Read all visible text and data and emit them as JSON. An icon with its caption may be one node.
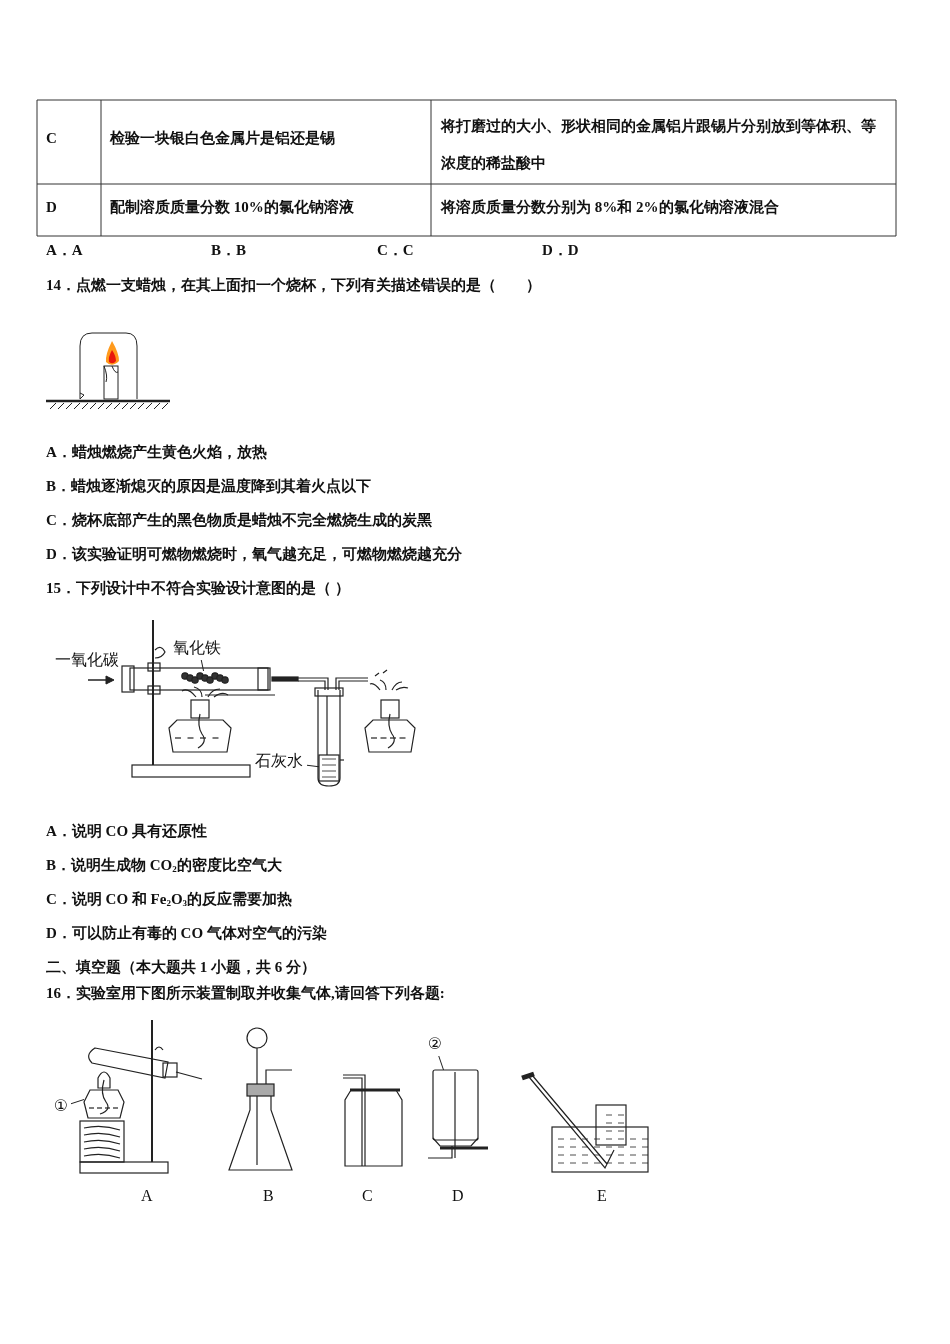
{
  "diagram": {
    "nodes": [
      {
        "text": [
          "氧化铁"
        ]
      },
      {
        "text": [],
        "shape": "picture"
      },
      {
        "text": [
          "石灰水"
        ]
      },
      {
        "text": [],
        "shape": "picture"
      },
      {
        "text": [
          "①"
        ]
      },
      {
        "text": [],
        "shape": "picture"
      },
      {
        "text": [
          "②"
        ]
      },
      {
        "text": [],
        "shape": "picture"
      }
    ],
    "edges": [
      {
        "from": 0,
        "to": 1,
        "arrow": "none"
      },
      {
        "from": 2,
        "to": 3,
        "arrow": "none"
      },
      {
        "from": 4,
        "to": 5,
        "arrow": "none"
      },
      {
        "from": 6,
        "to": 7,
        "arrow": "none"
      }
    ],
    "labels": [
      "C",
      "检验一块银白色金属片是铝还是锡",
      "将打磨过的大小、形状相同的金属铝片跟锡片分别放到等体积、等浓度的稀盐酸中",
      "D",
      "配制溶质质量分数 10%的氯化钠溶液",
      "将溶质质量分数分别为 8%和 2%的氯化钠溶液混合",
      "A．A",
      "B．B",
      "C．C",
      "D．D",
      "14．点燃一支蜡烛，在其上面扣一个烧杯，下列有关描述错误的是（　　）",
      "A．蜡烛燃烧产生黄色火焰，放热",
      "B．蜡烛逐渐熄灭的原因是温度降到其着火点以下",
      "C．烧杯底部产生的黑色物质是蜡烛不完全燃烧生成的炭黑",
      "D．该实验证明可燃物燃烧时，氧气越充足，可燃物燃烧越充分",
      "15．下列设计中不符合实验设计意图的是（ ）",
      "一氧化碳",
      "A．说明 CO 具有还原性",
      "B．说明生成物 CO$_{2}$的密度比空气大",
      "C．说明 CO 和 Fe$_{2}$O$_{3}$的反应需要加热",
      "D．可以防止有毒的 CO 气体对空气的污染",
      "二、填空题（本大题共 1 小题，共 6 分）",
      "16．实验室用下图所示装置制取并收集气体,请回答下列各题:",
      "A",
      "B",
      "C",
      "D",
      "E"
    ]
  }
}
